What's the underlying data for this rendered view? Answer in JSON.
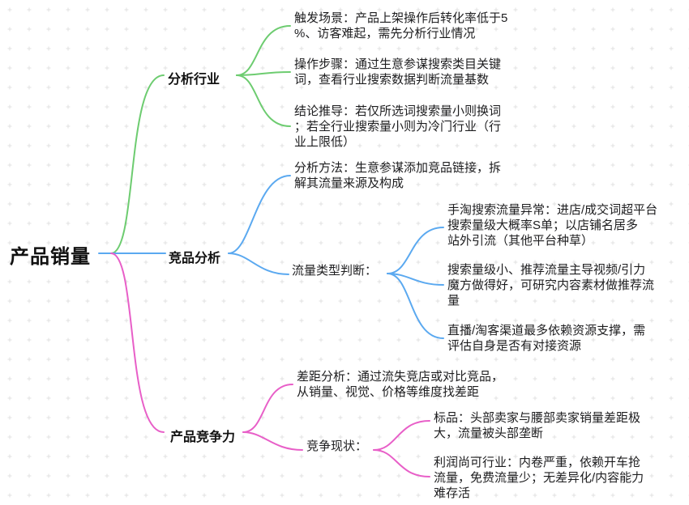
{
  "colors": {
    "branch_green": "#6dcc70",
    "branch_blue": "#5ba9f0",
    "branch_pink": "#e85fc8",
    "text": "#1d1d1f",
    "grid_mark": "#e2e2e2"
  },
  "icons": {
    "grid_plus_mark": "plus-grid-pattern"
  },
  "mindmap": {
    "root": {
      "label": "产品销量"
    },
    "branches": [
      {
        "label": "分析行业",
        "children": [
          {
            "label": "触发场景：产品上架操作后转化率低于5\n%、访客难起，需先分析行业情况"
          },
          {
            "label": "操作步骤：通过生意参谋搜索类目关键\n词，查看行业搜索数据判断流量基数"
          },
          {
            "label": "结论推导：若仅所选词搜索量小则换词\n；若全行业搜索量小则为冷门行业（行\n业上限低）"
          }
        ]
      },
      {
        "label": "竞品分析",
        "children": [
          {
            "label": "分析方法：生意参谋添加竞品链接，拆\n解其流量来源及构成"
          },
          {
            "label": "流量类型判断：",
            "children": [
              {
                "label": "手淘搜索流量异常：进店/成交词超平台\n搜索量级大概率S单；以店铺名居多\n站外引流（其他平台种草）"
              },
              {
                "label": "搜索量级小、推荐流量主导视频/引力\n魔方做得好，可研究内容素材做推荐流\n量"
              },
              {
                "label": "直播/淘客渠道最多依赖资源支撑，需\n评估自身是否有对接资源"
              }
            ]
          }
        ]
      },
      {
        "label": "产品竞争力",
        "children": [
          {
            "label": "差距分析：通过流失竞店或对比竞品，\n从销量、视觉、价格等维度找差距"
          },
          {
            "label": "竞争现状：",
            "children": [
              {
                "label": "标品：头部卖家与腰部卖家销量差距极\n大，流量被头部垄断"
              },
              {
                "label": "利润尚可行业：内卷严重，依赖开车抢\n流量，免费流量少；无差异化/内容能力\n难存活"
              }
            ]
          }
        ]
      }
    ]
  }
}
